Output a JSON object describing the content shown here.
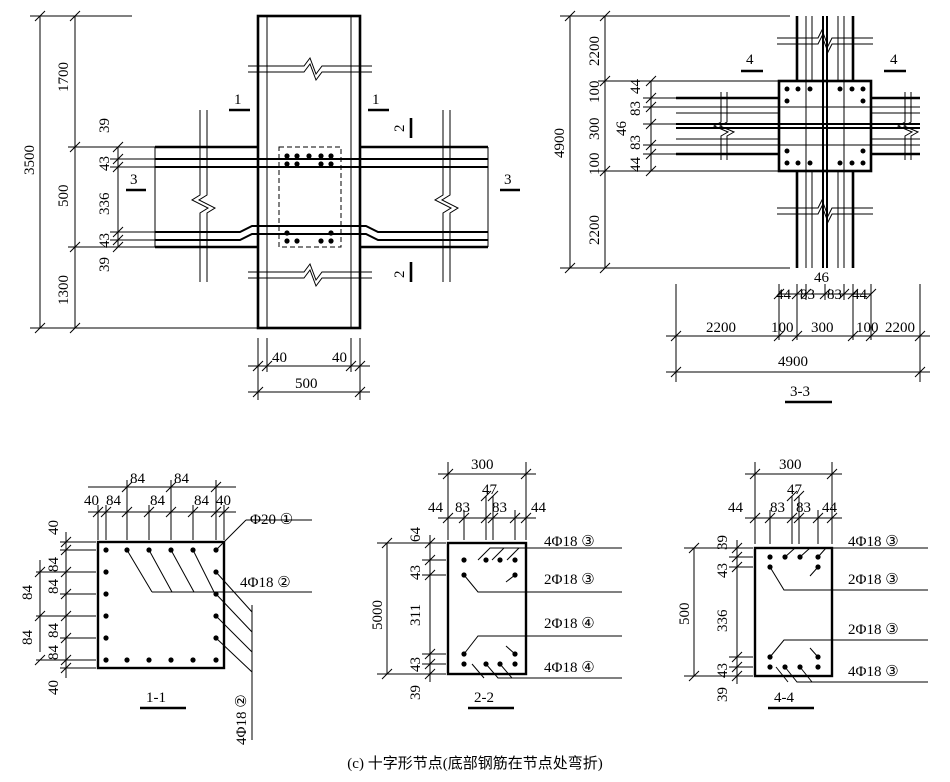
{
  "caption": "(c) 十字形节点(底部钢筋在节点处弯折)",
  "elevation": {
    "total": "3500",
    "upper": "1700",
    "middle": "500",
    "lower": "1300",
    "cover_top": "39",
    "cover_bot": "39",
    "spacing_top": "43",
    "spacing_bot": "43",
    "inner": "336",
    "col_cover_left": "40",
    "col_cover_right": "40",
    "col_width": "500",
    "marks": [
      "1",
      "1",
      "2",
      "2",
      "3",
      "3"
    ]
  },
  "plan": {
    "total_v": "4900",
    "arm_top": "2200",
    "arm_bot": "2200",
    "beam_edge_top": "100",
    "beam_edge_bot": "100",
    "beam_w": "300",
    "v_dims": [
      "44",
      "83",
      "46",
      "83",
      "44"
    ],
    "h_labels": [
      "46",
      "44",
      "83",
      "83",
      "44"
    ],
    "h_row": [
      "2200",
      "100",
      "300",
      "100",
      "2200"
    ],
    "h_total": "4900",
    "marks": [
      "4",
      "4"
    ],
    "section_title": "3-3"
  },
  "sec11": {
    "title": "1-1",
    "top_row1": [
      "84",
      "84"
    ],
    "top_row2": [
      "40",
      "84",
      "84",
      "84",
      "40"
    ],
    "left_inner": [
      "40",
      "84",
      "84",
      "84",
      "84",
      "40"
    ],
    "left_outer": [
      "84",
      "84"
    ],
    "label_main": "Φ20 ①",
    "label_side": "4Φ18 ②",
    "label_bottom": "4Φ18 ②"
  },
  "sec22": {
    "title": "2-2",
    "width": "300",
    "top_mid": "47",
    "top_row": [
      "44",
      "83",
      "83",
      "44"
    ],
    "height": "5000",
    "left_dims": [
      "64",
      "43",
      "311",
      "43",
      "39"
    ],
    "labels": [
      "4Φ18 ③",
      "2Φ18 ③",
      "2Φ18 ④",
      "4Φ18 ④"
    ]
  },
  "sec44": {
    "title": "4-4",
    "width": "300",
    "top_mid": "47",
    "top_row": [
      "44",
      "83",
      "83",
      "44"
    ],
    "height": "500",
    "left_dims": [
      "39",
      "43",
      "336",
      "43",
      "39"
    ],
    "labels": [
      "4Φ18 ③",
      "2Φ18 ③",
      "2Φ18 ③",
      "4Φ18 ③"
    ]
  }
}
